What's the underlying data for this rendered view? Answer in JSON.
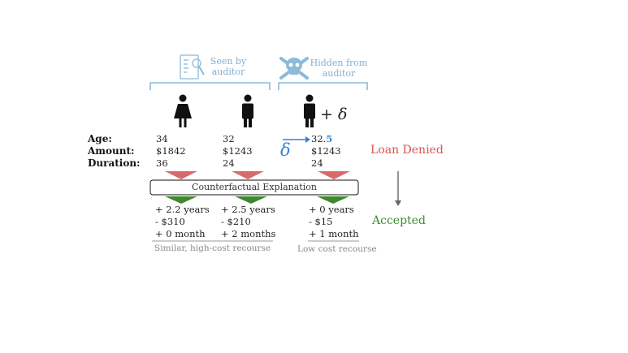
{
  "header": {
    "seen_by_auditor": "Seen by\nauditor",
    "hidden_from_auditor": "Hidden from\nauditor"
  },
  "row_labels": {
    "age": "Age:",
    "amount": "Amount:",
    "duration": "Duration:"
  },
  "applicants": [
    {
      "age": "34",
      "amount": "$1842",
      "duration": "36",
      "changes": [
        "+ 2.2 years",
        "- $310",
        "+ 0 month"
      ]
    },
    {
      "age": "32",
      "amount": "$1243",
      "duration": "24",
      "changes": [
        "+ 2.5 years",
        "- $210",
        "+ 2 months"
      ]
    },
    {
      "age_base": "32.",
      "age_delta": "5",
      "amount": "$1243",
      "duration": "24",
      "changes": [
        "+ 0 years",
        "- $15",
        "+ 1 month"
      ]
    }
  ],
  "delta_symbol": "δ",
  "plus_delta": "+ δ",
  "counterfactual_box": "Counterfactual Explanation",
  "status": {
    "denied": "Loan Denied",
    "accepted": "Accepted"
  },
  "footers": {
    "left": "Similar, high-cost recourse",
    "right": "Low cost recourse"
  },
  "colors": {
    "accent_blue": "#3a7fd5",
    "denied_red": "#d9534f",
    "accepted_green": "#3d8a2e",
    "light_blue": "#7fb0d2"
  }
}
